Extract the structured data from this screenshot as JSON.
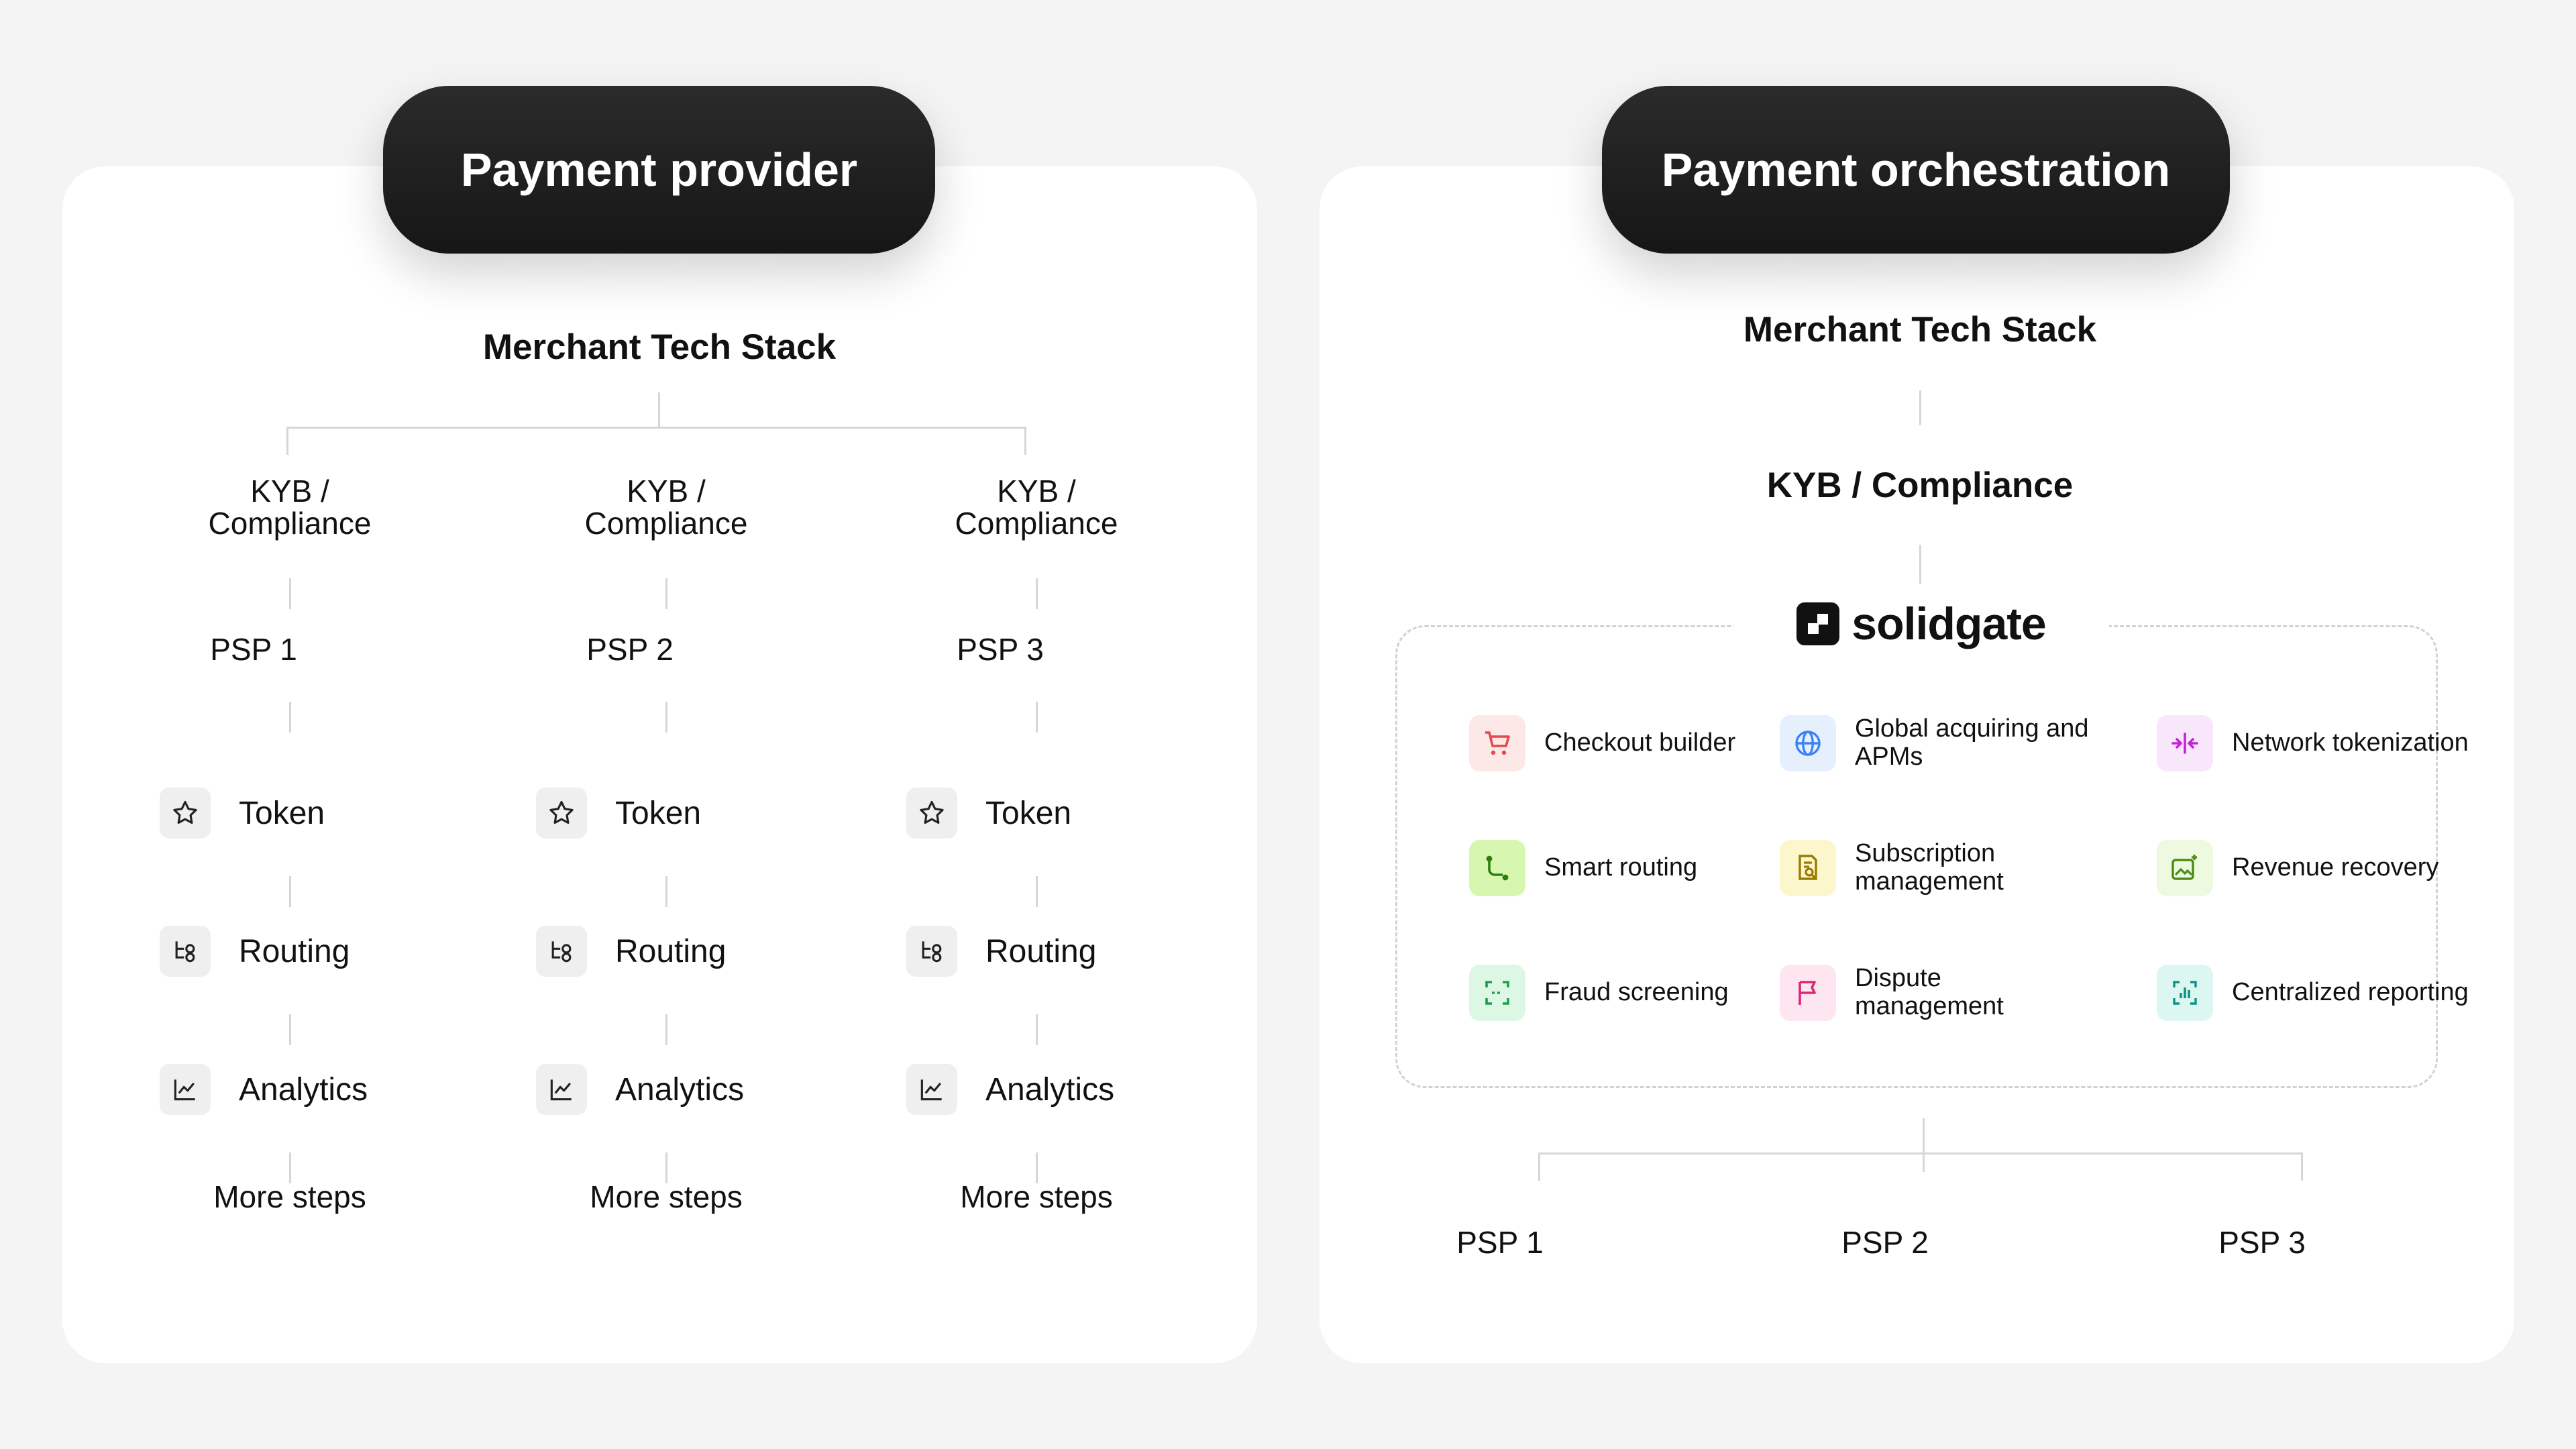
{
  "left": {
    "title": "Payment provider",
    "stack_label": "Merchant Tech Stack",
    "columns": [
      {
        "kyb": "KYB / Compliance",
        "psp": "PSP 1",
        "steps": [
          "Token",
          "Routing",
          "Analytics"
        ],
        "more": "More steps"
      },
      {
        "kyb": "KYB / Compliance",
        "psp": "PSP 2",
        "steps": [
          "Token",
          "Routing",
          "Analytics"
        ],
        "more": "More steps"
      },
      {
        "kyb": "KYB / Compliance",
        "psp": "PSP 3",
        "steps": [
          "Token",
          "Routing",
          "Analytics"
        ],
        "more": "More steps"
      }
    ]
  },
  "right": {
    "title": "Payment orchestration",
    "stack_label": "Merchant Tech Stack",
    "kyb": "KYB / Compliance",
    "brand": "solidgate",
    "features": [
      {
        "label": "Checkout builder",
        "icon": "cart-icon",
        "color": "#e5484d",
        "bg": "#fde8e8"
      },
      {
        "label": "Global acquiring and APMs",
        "icon": "globe-icon",
        "color": "#3b82f6",
        "bg": "#e6f0fd"
      },
      {
        "label": "Network tokenization",
        "icon": "merge-arrows-icon",
        "color": "#c026d3",
        "bg": "#f8e6fb"
      },
      {
        "label": "Smart routing",
        "icon": "route-icon",
        "color": "#2f7d10",
        "bg": "#d7f7b0"
      },
      {
        "label": "Subscription management",
        "icon": "document-search-icon",
        "color": "#9a7b00",
        "bg": "#fbf6cc"
      },
      {
        "label": "Revenue recovery",
        "icon": "image-sparkle-icon",
        "color": "#4d8a17",
        "bg": "#eefadf"
      },
      {
        "label": "Fraud screening",
        "icon": "scan-icon",
        "color": "#1e9e4d",
        "bg": "#dcf7e4"
      },
      {
        "label": "Dispute management",
        "icon": "flag-icon",
        "color": "#db2777",
        "bg": "#fde6ef"
      },
      {
        "label": "Centralized reporting",
        "icon": "report-chart-icon",
        "color": "#0d9488",
        "bg": "#dcf7f2"
      }
    ],
    "psps": [
      "PSP 1",
      "PSP 2",
      "PSP 3"
    ]
  }
}
